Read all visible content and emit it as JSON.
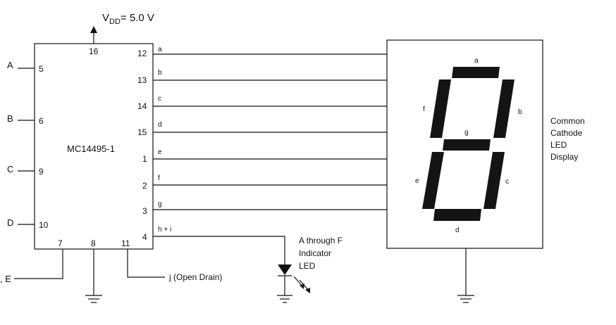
{
  "supply": {
    "prefix": "V",
    "sub": "DD",
    "value": "= 5.0 V"
  },
  "chip": {
    "name": "MC14495-1"
  },
  "inputs": [
    {
      "label": "A",
      "pin": "5"
    },
    {
      "label": "B",
      "pin": "6"
    },
    {
      "label": "C",
      "pin": "9"
    },
    {
      "label": "D",
      "pin": "10"
    }
  ],
  "outputs": [
    {
      "pin": "12",
      "signal": "a"
    },
    {
      "pin": "13",
      "signal": "b"
    },
    {
      "pin": "14",
      "signal": "c"
    },
    {
      "pin": "15",
      "signal": "d"
    },
    {
      "pin": "1",
      "signal": "e"
    },
    {
      "pin": "2",
      "signal": "f"
    },
    {
      "pin": "3",
      "signal": "g"
    },
    {
      "pin": "4",
      "signal": "h + i"
    }
  ],
  "bottom_pins": {
    "left": "7",
    "middle": "8",
    "right": "11",
    "top": "16"
  },
  "edge_label": ", E",
  "open_drain_label": "j (Open Drain)",
  "indicator": {
    "line1": "A through F",
    "line2": "Indicator",
    "line3": "LED"
  },
  "display": {
    "line1": "Common",
    "line2": "Cathode",
    "line3": "LED",
    "line4": "Display",
    "segments": {
      "a": "a",
      "b": "b",
      "c": "c",
      "d": "d",
      "e": "e",
      "f": "f",
      "g": "g"
    }
  }
}
